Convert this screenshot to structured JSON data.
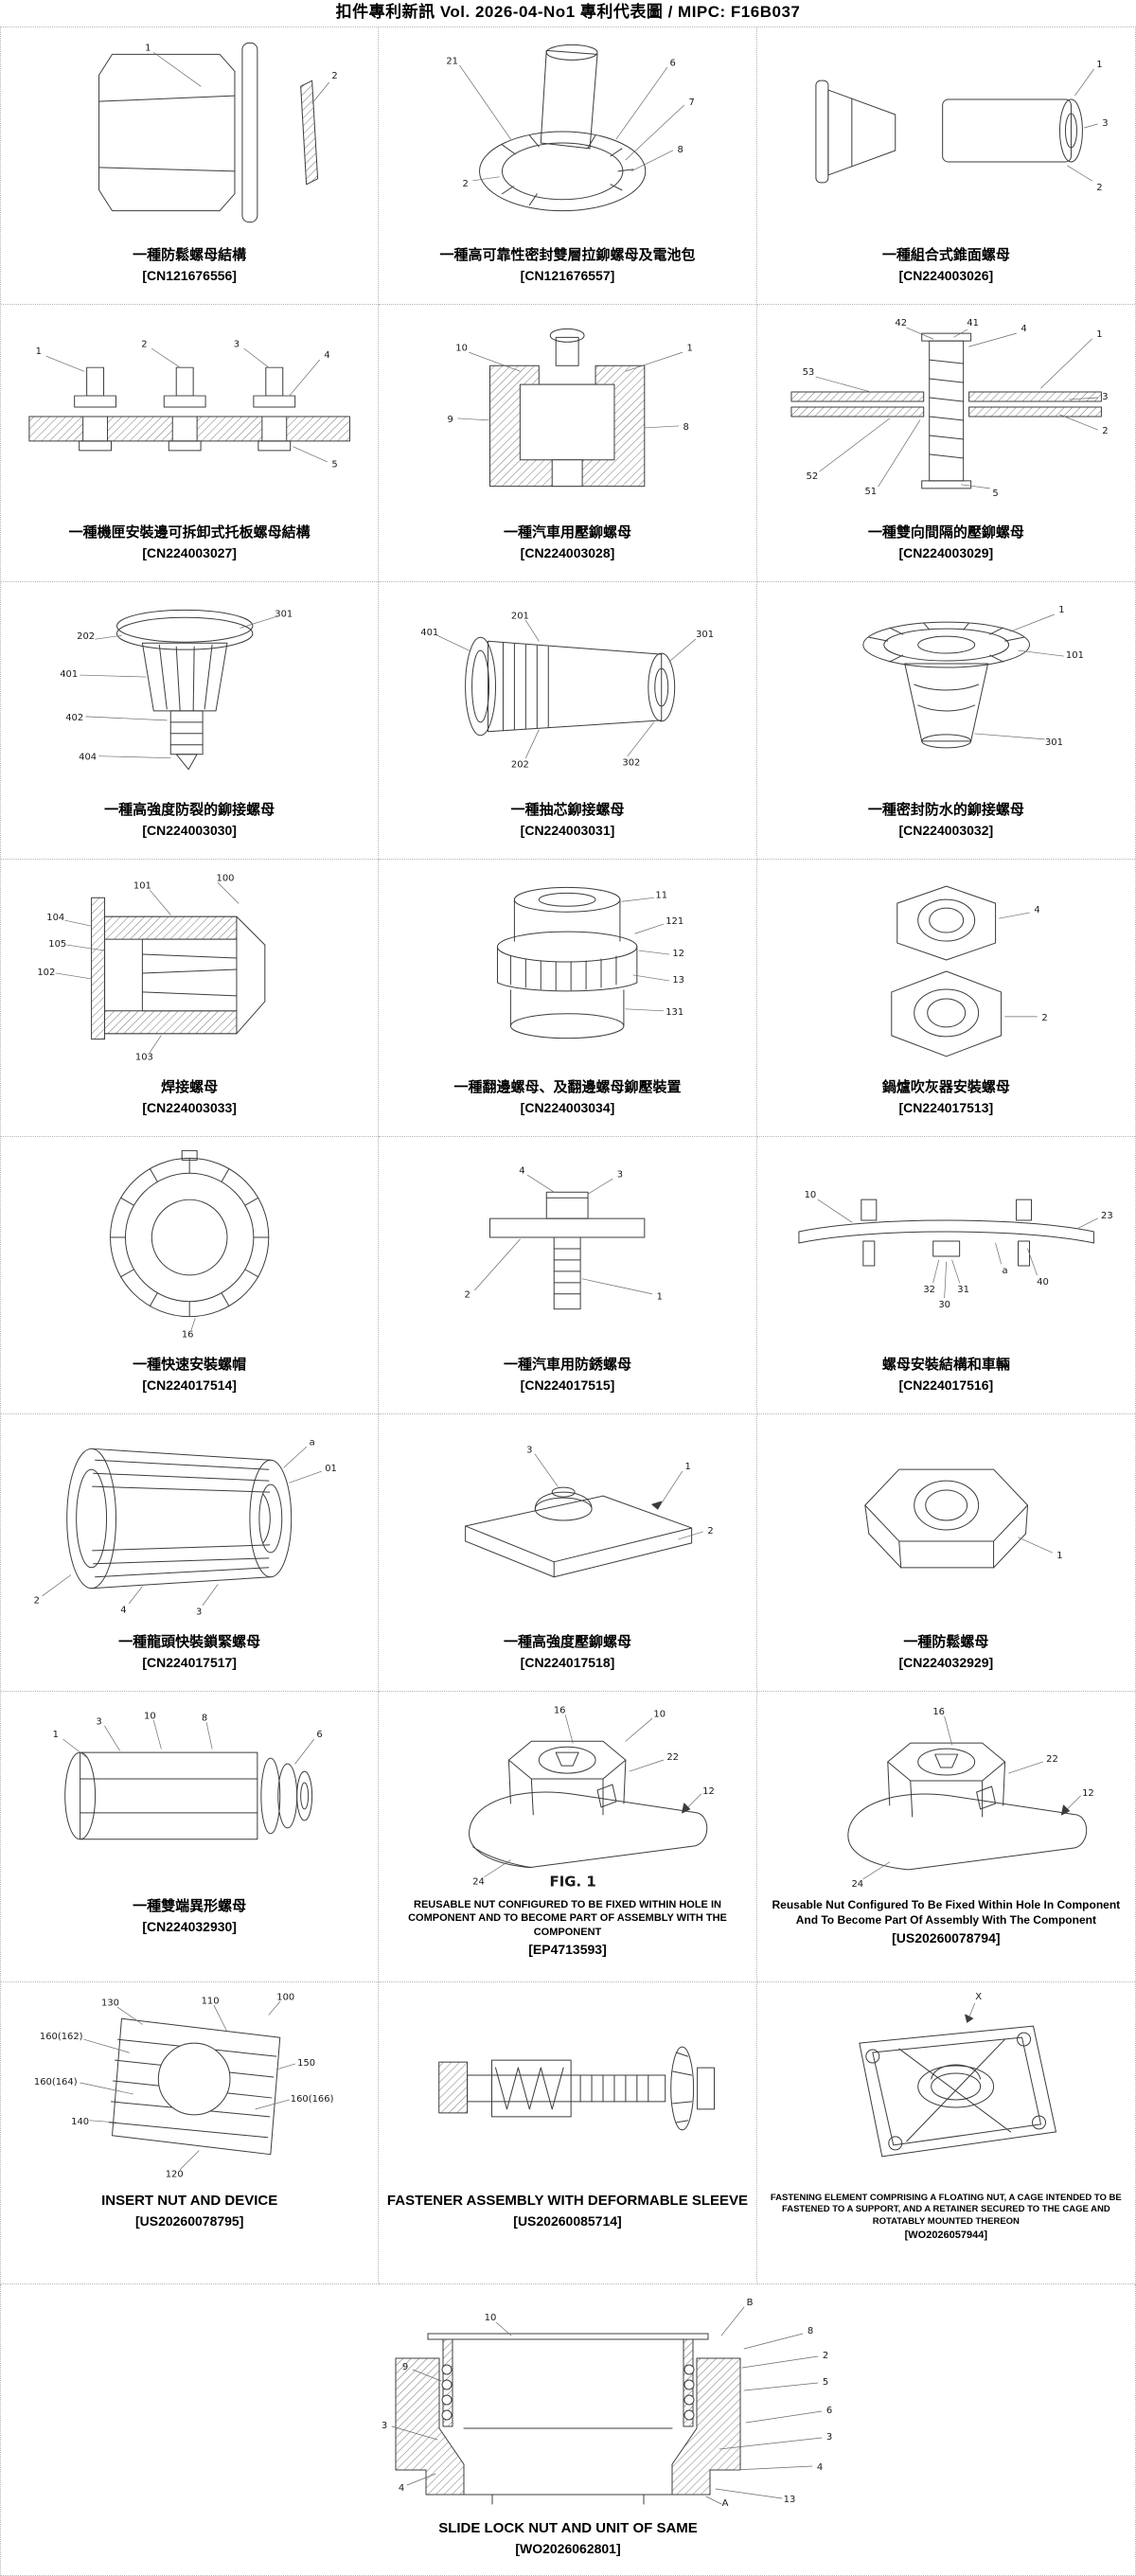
{
  "header": {
    "title": "扣件專利新訊  Vol. 2026-04-No1  專利代表圖  /  MIPC:  F16B037"
  },
  "cells": [
    {
      "title": "一種防鬆螺母結構",
      "patent_id": "[CN121676556]",
      "fig_labels": [
        "1",
        "2"
      ]
    },
    {
      "title": "一種高可靠性密封雙層拉鉚螺母及電池包",
      "patent_id": "[CN121676557]",
      "fig_labels": [
        "21",
        "6",
        "7",
        "8",
        "2"
      ]
    },
    {
      "title": "一種組合式錐面螺母",
      "patent_id": "[CN224003026]",
      "fig_labels": [
        "1",
        "3",
        "2"
      ]
    },
    {
      "title": "一種機匣安裝邊可拆卸式托板螺母結構",
      "patent_id": "[CN224003027]",
      "fig_labels": [
        "1",
        "2",
        "3",
        "4",
        "5"
      ]
    },
    {
      "title": "一種汽車用壓鉚螺母",
      "patent_id": "[CN224003028]",
      "fig_labels": [
        "10",
        "9",
        "1",
        "8"
      ]
    },
    {
      "title": "一種雙向間隔的壓鉚螺母",
      "patent_id": "[CN224003029]",
      "fig_labels": [
        "42",
        "41",
        "4",
        "1",
        "3",
        "2",
        "53",
        "52",
        "51",
        "5"
      ]
    },
    {
      "title": "一種高強度防裂的鉚接螺母",
      "patent_id": "[CN224003030]",
      "fig_labels": [
        "301",
        "202",
        "401",
        "402",
        "404"
      ]
    },
    {
      "title": "一種抽芯鉚接螺母",
      "patent_id": "[CN224003031]",
      "fig_labels": [
        "401",
        "201",
        "301",
        "302",
        "202"
      ]
    },
    {
      "title": "一種密封防水的鉚接螺母",
      "patent_id": "[CN224003032]",
      "fig_labels": [
        "1",
        "101",
        "301"
      ]
    },
    {
      "title": "焊接螺母",
      "patent_id": "[CN224003033]",
      "fig_labels": [
        "101",
        "100",
        "104",
        "105",
        "102",
        "103"
      ]
    },
    {
      "title": "一種翻邊螺母、及翻邊螺母鉚壓裝置",
      "patent_id": "[CN224003034]",
      "fig_labels": [
        "11",
        "121",
        "12",
        "13",
        "131"
      ]
    },
    {
      "title": "鍋爐吹灰器安裝螺母",
      "patent_id": "[CN224017513]",
      "fig_labels": [
        "4",
        "2"
      ]
    },
    {
      "title": "一種快速安裝螺帽",
      "patent_id": "[CN224017514]",
      "fig_labels": [
        "16"
      ]
    },
    {
      "title": "一種汽車用防銹螺母",
      "patent_id": "[CN224017515]",
      "fig_labels": [
        "4",
        "3",
        "2",
        "1"
      ]
    },
    {
      "title": "螺母安裝結構和車輛",
      "patent_id": "[CN224017516]",
      "fig_labels": [
        "10",
        "23",
        "32",
        "31",
        "30",
        "a",
        "40"
      ]
    },
    {
      "title": "一種龍頭快裝鎖緊螺母",
      "patent_id": "[CN224017517]",
      "fig_labels": [
        "a",
        "01",
        "2",
        "4",
        "3"
      ]
    },
    {
      "title": "一種高強度壓鉚螺母",
      "patent_id": "[CN224017518]",
      "fig_labels": [
        "3",
        "1",
        "2"
      ]
    },
    {
      "title": "一種防鬆螺母",
      "patent_id": "[CN224032929]",
      "fig_labels": [
        "1"
      ]
    },
    {
      "title": "一種雙端異形螺母",
      "patent_id": "[CN224032930]",
      "fig_labels": [
        "1",
        "3",
        "10",
        "8",
        "6"
      ]
    },
    {
      "title": "REUSABLE NUT CONFIGURED TO BE FIXED WITHIN HOLE IN COMPONENT AND TO BECOME PART OF ASSEMBLY WITH THE COMPONENT",
      "patent_id": "[EP4713593]",
      "fig_caption": "FIG. 1",
      "fig_labels": [
        "16",
        "10",
        "22",
        "12",
        "24"
      ]
    },
    {
      "title": "Reusable Nut Configured To Be Fixed Within Hole In Component And To Become Part Of Assembly With The Component",
      "patent_id": "[US20260078794]",
      "fig_labels": [
        "16",
        "22",
        "12",
        "24"
      ]
    },
    {
      "title": "INSERT NUT AND DEVICE",
      "patent_id": "[US20260078795]",
      "fig_labels": [
        "130",
        "110",
        "100",
        "160(162)",
        "150",
        "160(164)",
        "160(166)",
        "140",
        "120"
      ]
    },
    {
      "title": "FASTENER ASSEMBLY WITH DEFORMABLE SLEEVE",
      "patent_id": "[US20260085714]",
      "fig_labels": []
    },
    {
      "title": "FASTENING ELEMENT COMPRISING A FLOATING NUT, A CAGE INTENDED TO BE FASTENED TO A SUPPORT, AND A RETAINER SECURED TO THE CAGE AND ROTATABLY MOUNTED THEREON",
      "patent_id": "[WO2026057944]",
      "fig_labels": [
        "X"
      ]
    },
    {
      "title": "SLIDE LOCK NUT AND UNIT OF SAME",
      "patent_id": "[WO2026062801]",
      "fig_labels": [
        "10",
        "B",
        "8",
        "2",
        "9",
        "5",
        "6",
        "3",
        "3",
        "4",
        "4",
        "13",
        "A"
      ]
    }
  ]
}
